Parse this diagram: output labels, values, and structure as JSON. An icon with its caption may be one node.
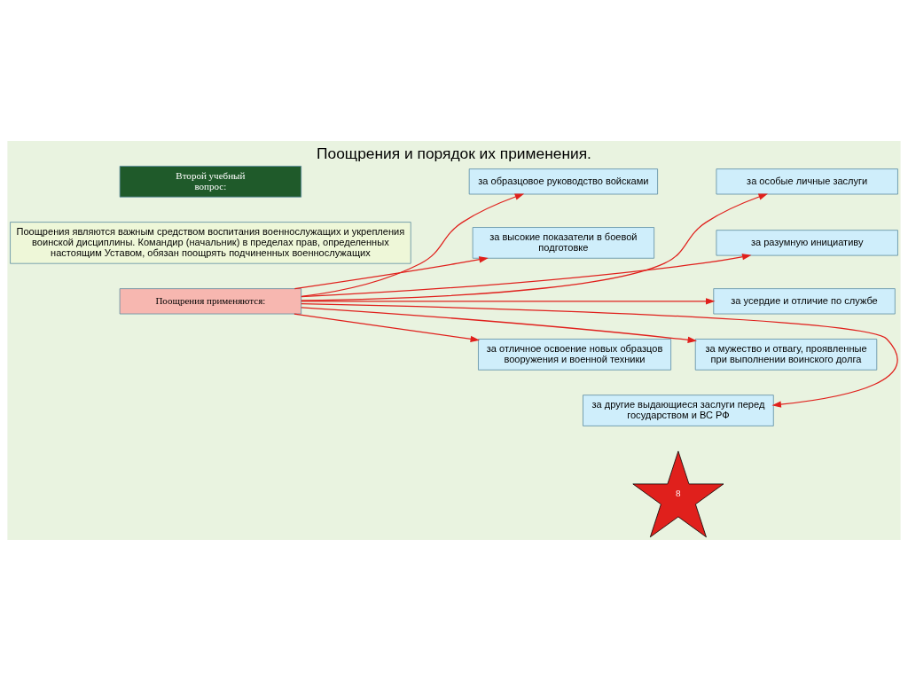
{
  "diagram": {
    "title": "Поощрения и порядок их применения.",
    "nodes": [
      {
        "text": [
          "Второй учебный вопрос:"
        ]
      },
      {
        "text": [
          "Поощрения являются важным средством воспитания военнослужащих и укрепления воинской дисциплины. Командир (начальник) в пределах прав, определенных настоящим Уставом, обязан поощрять подчиненных военнослужащих"
        ]
      },
      {
        "text": [
          "Поощрения применяются:"
        ]
      },
      {
        "text": [
          "за особые личные заслуги"
        ]
      },
      {
        "text": [
          "за образцовое руководство войсками"
        ]
      },
      {
        "text": [
          "за разумную инициативу"
        ]
      },
      {
        "text": [
          "за усердие и отличие по службе"
        ]
      },
      {
        "text": [
          "за высокие показатели в боевой подготовке"
        ]
      },
      {
        "text": [
          "за мужество и отвагу, проявленные при выполнении воинского долга"
        ]
      },
      {
        "text": [
          "за отличное освоение новых образцов вооружения и военной техники"
        ]
      },
      {
        "text": [
          "за другие выдающиеся заслуги перед государством и ВС РФ"
        ]
      }
    ],
    "edges": [
      {
        "from": 2,
        "to": 3,
        "arrow": "to",
        "color": "#e0201c"
      },
      {
        "from": 2,
        "to": 4,
        "arrow": "to",
        "color": "#e0201c"
      },
      {
        "from": 2,
        "to": 5,
        "arrow": "to",
        "color": "#e0201c"
      },
      {
        "from": 2,
        "to": 6,
        "arrow": "to",
        "color": "#e0201c"
      },
      {
        "from": 2,
        "to": 7,
        "arrow": "to",
        "color": "#e0201c"
      },
      {
        "from": 2,
        "to": 8,
        "arrow": "to",
        "color": "#e0201c"
      },
      {
        "from": 2,
        "to": 9,
        "arrow": "to",
        "color": "#e0201c"
      },
      {
        "from": 2,
        "to": 10,
        "arrow": "to",
        "color": "#e0201c"
      }
    ],
    "labels": [
      "8"
    ]
  }
}
